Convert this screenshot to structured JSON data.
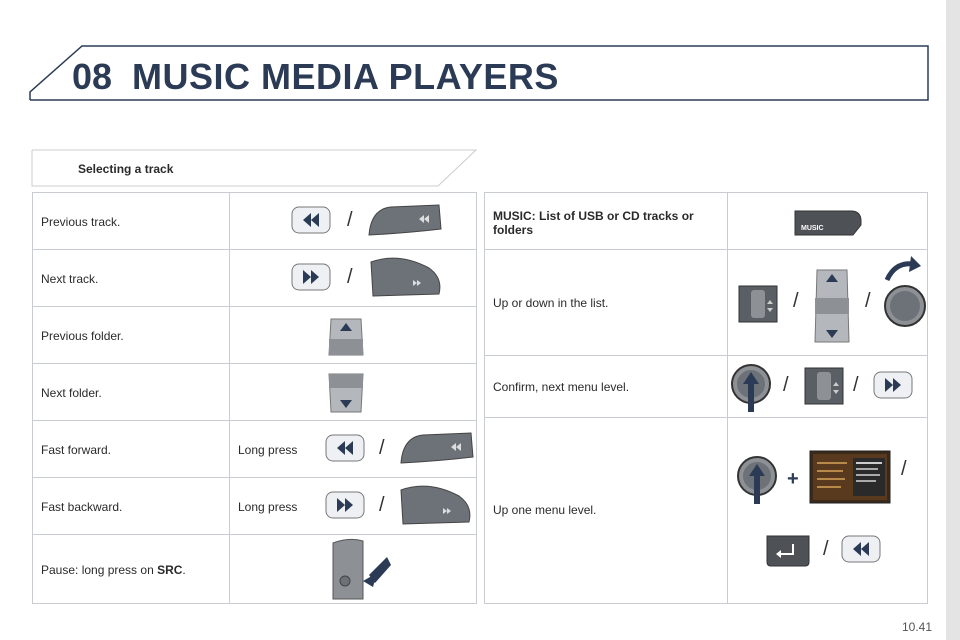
{
  "header": {
    "chapter_number": "08",
    "chapter_title": "MUSIC MEDIA PLAYERS"
  },
  "section": {
    "title": "Selecting a track"
  },
  "left_table": {
    "rows": [
      {
        "action": "Previous track.",
        "modifier": ""
      },
      {
        "action": "Next track.",
        "modifier": ""
      },
      {
        "action": "Previous folder.",
        "modifier": ""
      },
      {
        "action": "Next folder.",
        "modifier": ""
      },
      {
        "action": "Fast forward.",
        "modifier": "Long press"
      },
      {
        "action": "Fast backward.",
        "modifier": "Long press"
      },
      {
        "action_prefix": "Pause: long press on ",
        "action_bold": "SRC",
        "action_suffix": "."
      }
    ]
  },
  "right_table": {
    "rows": [
      {
        "action": "MUSIC: List of USB or CD tracks or folders",
        "button_label": "MUSIC"
      },
      {
        "action": "Up or down in the list."
      },
      {
        "action": "Confirm, next menu level."
      },
      {
        "action": "Up one menu level."
      }
    ]
  },
  "separator": "/",
  "plus_sign": "+",
  "page_number": "10.41",
  "colors": {
    "title": "#2b3b55",
    "border": "#c9cdd2",
    "accent_arrow": "#2b3b55"
  }
}
